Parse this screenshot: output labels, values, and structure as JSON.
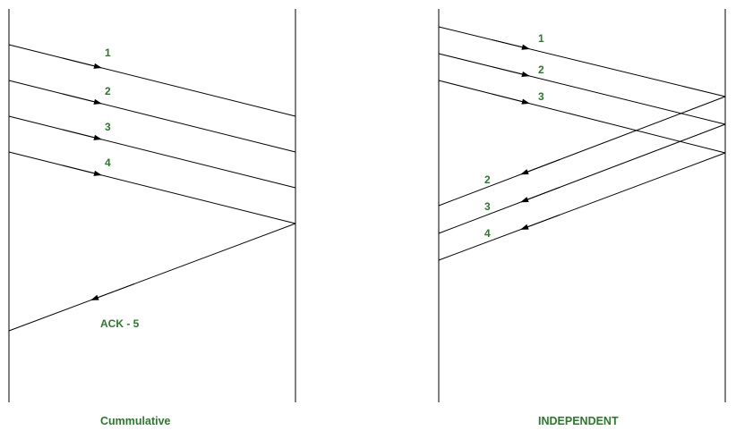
{
  "diagrams": {
    "cumulative": {
      "caption": "Cummulative",
      "packet_labels": [
        "1",
        "2",
        "3",
        "4"
      ],
      "ack_label": "ACK - 5"
    },
    "independent": {
      "caption": "INDEPENDENT",
      "packet_labels": [
        "1",
        "2",
        "3"
      ],
      "ack_labels": [
        "2",
        "3",
        "4"
      ]
    }
  },
  "colors": {
    "label": "#2a7a2a",
    "line": "#000000"
  }
}
